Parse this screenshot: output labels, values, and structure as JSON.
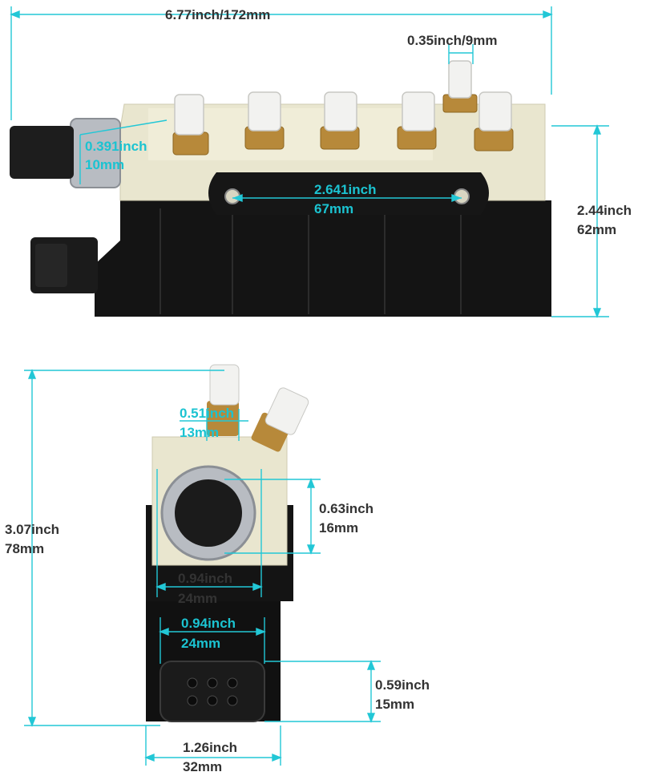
{
  "colors": {
    "dimension_line": "#22c7d6",
    "label_dark": "#333333",
    "label_cyan": "#1bc3d1",
    "housing_black": "#141414",
    "valve_block_cream": "#e9e6cf",
    "brass": "#b7893a",
    "nylon_fitting": "#f2f2f0",
    "sensor_silver": "#b8bcc2"
  },
  "top_view": {
    "overall_width": "6.77inch/172mm",
    "fitting_width": "0.35inch/9mm",
    "sensor_diameter": {
      "inch": "0.391inch",
      "mm": "10mm"
    },
    "mount_hole_spacing": {
      "inch": "2.641inch",
      "mm": "67mm"
    },
    "height": {
      "inch": "2.44inch",
      "mm": "62mm"
    }
  },
  "end_view": {
    "height": {
      "inch": "3.07inch",
      "mm": "78mm"
    },
    "fitting_nut": {
      "inch": "0.51inch",
      "mm": "13mm"
    },
    "sensor_height": {
      "inch": "0.63inch",
      "mm": "16mm"
    },
    "sensor_width": {
      "inch": "0.94inch",
      "mm": "24mm"
    },
    "plug_width": {
      "inch": "0.94inch",
      "mm": "24mm"
    },
    "plug_height": {
      "inch": "0.59inch",
      "mm": "15mm"
    },
    "base_width": {
      "inch": "1.26inch",
      "mm": "32mm"
    }
  }
}
